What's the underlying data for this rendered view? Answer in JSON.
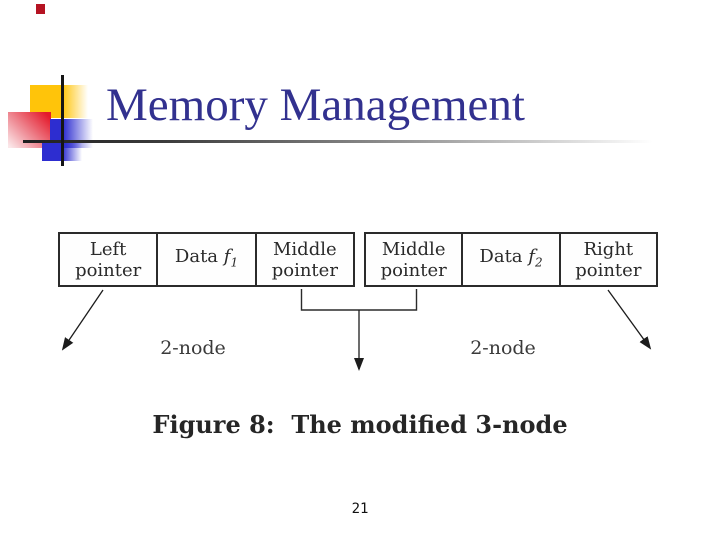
{
  "slide": {
    "title": "Memory Management",
    "page_number": "21"
  },
  "decoration": {
    "colors": {
      "title_text": "#32318f",
      "accent_yellow": "#ffc40a",
      "accent_red": "#e41a2b",
      "accent_blue": "#2d2dd0",
      "rule_dark": "#1f1f1f",
      "top_marker_red": "#b51322",
      "figure_ink": "#2a2a2a"
    }
  },
  "figure": {
    "tables": [
      {
        "cells": [
          {
            "lines": [
              "Left",
              "pointer"
            ]
          },
          {
            "label": "Data ",
            "var": "f",
            "sub": "1"
          },
          {
            "lines": [
              "Middle",
              "pointer"
            ]
          }
        ]
      },
      {
        "cells": [
          {
            "lines": [
              "Middle",
              "pointer"
            ]
          },
          {
            "label": "Data ",
            "var": "f",
            "sub": "2"
          },
          {
            "lines": [
              "Right",
              "pointer"
            ]
          }
        ]
      }
    ],
    "node_labels": {
      "left": "2-node",
      "right": "2-node"
    },
    "caption": "Figure 8:  The modified 3-node"
  }
}
